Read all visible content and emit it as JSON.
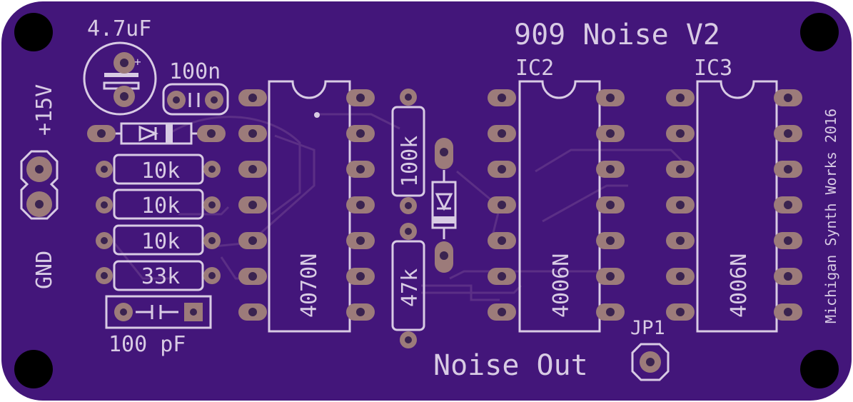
{
  "board": {
    "title": "909 Noise V2",
    "credit": "Michigan Synth Works 2016",
    "output_label": "Noise Out",
    "output_ref": "JP1",
    "power_labels": {
      "vplus": "+15V",
      "gnd": "GND"
    },
    "components": {
      "cap_electrolytic": "4.7uF",
      "cap_ceramic": "100n",
      "cap_small": "100 pF",
      "resistors_left": [
        "10k",
        "10k",
        "10k",
        "33k"
      ],
      "resistor_top": "100k",
      "resistor_bottom": "47k"
    },
    "ics": [
      {
        "ref": "",
        "part": "4070N"
      },
      {
        "ref": "IC2",
        "part": "4006N"
      },
      {
        "ref": "IC3",
        "part": "4006N"
      }
    ],
    "colors": {
      "board": "#43167a",
      "silkscreen": "#d8cbe4",
      "copper_pad": "#9c7b7a",
      "mounting_hole": "#000000"
    }
  }
}
